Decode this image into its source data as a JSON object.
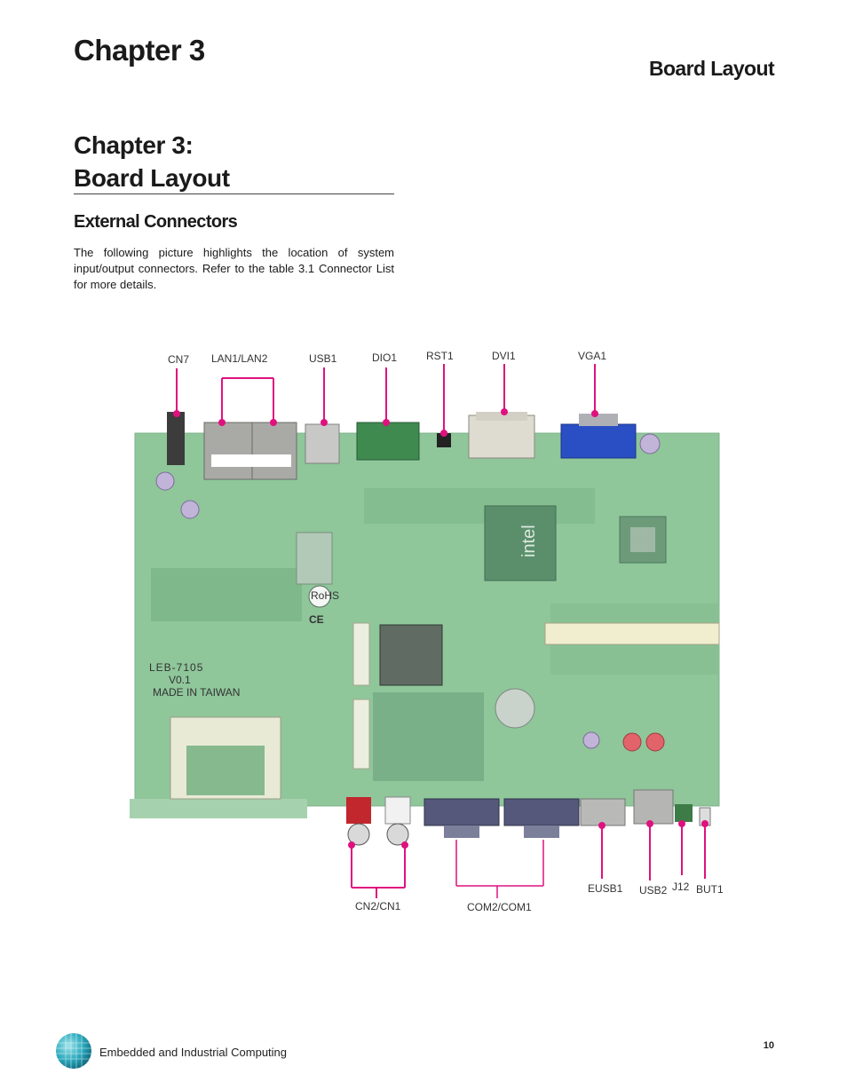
{
  "header": {
    "chapter": "Chapter 3",
    "running_title": "Board Layout"
  },
  "section": {
    "title_line1": "Chapter 3:",
    "title_line2": "Board Layout",
    "subtitle": "External Connectors",
    "intro": "The following picture highlights the location of system input/output connectors.  Refer to the table 3.1 Connector List for more details."
  },
  "figure": {
    "top_labels": [
      "CN7",
      "LAN1/LAN2",
      "USB1",
      "DIO1",
      "RST1",
      "DVI1",
      "VGA1"
    ],
    "bottom_labels": [
      "CN2/CN1",
      "COM2/COM1",
      "EUSB1",
      "USB2",
      "J12",
      "BUT1"
    ],
    "board_prints": {
      "model": "LEB-7105",
      "version": "V0.1",
      "origin": "MADE IN TAIWAN",
      "chip": "intel",
      "rohs": "RoHS",
      "ce": "CE"
    },
    "colors": {
      "callout": "#e0117f",
      "pcb": "#8fc69a",
      "pcb_dark": "#6ea57c",
      "vga_blue": "#2a4fc4"
    }
  },
  "footer": {
    "company": "Embedded and Industrial Computing",
    "page": "10"
  }
}
